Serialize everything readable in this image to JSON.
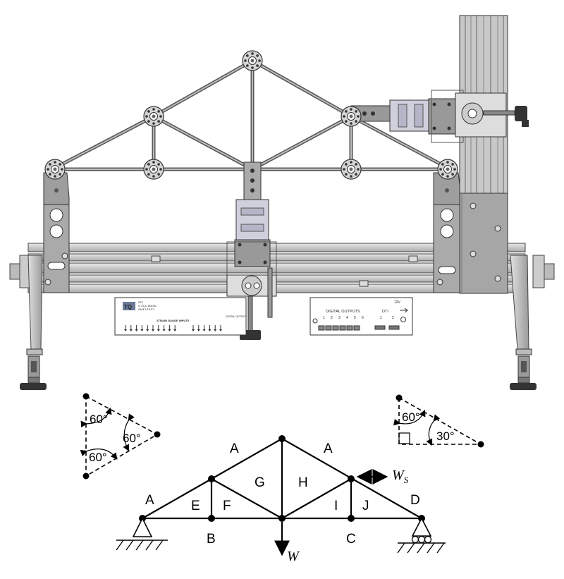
{
  "rig": {
    "strain_panel": {
      "logo": "TQ",
      "line1": "STS",
      "line2": "S.T.S.A. MODEL",
      "line3": "SAFE UTILITY",
      "title": "STRAIN GAUGE INPUTS",
      "digital_label": "DIGITAL OUTPUT"
    },
    "output_panel": {
      "power": "12V",
      "title": "DIGITAL OUTPUTS",
      "numbers": [
        "1",
        "2",
        "3",
        "4",
        "5",
        "6"
      ],
      "dti": "DTI",
      "port_numbers": [
        "1",
        "2"
      ]
    }
  },
  "left_triangle": {
    "angles": [
      "60°",
      "60°",
      "60°"
    ]
  },
  "right_triangle": {
    "angles": [
      "60°",
      "30°"
    ]
  },
  "truss": {
    "regions": [
      "A",
      "A",
      "A",
      "G",
      "H",
      "E",
      "F",
      "I",
      "J",
      "D",
      "B",
      "C"
    ],
    "loads": {
      "vertical": "W",
      "horizontal": "W",
      "horizontal_sub": "S"
    }
  }
}
